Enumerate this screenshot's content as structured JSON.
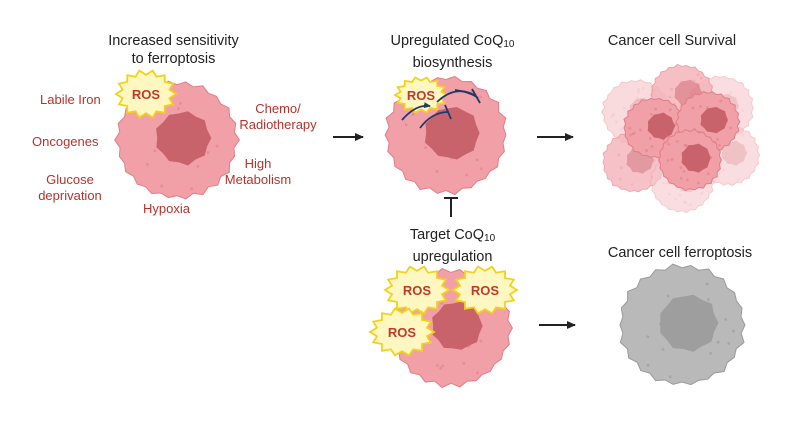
{
  "labels": {
    "increased_line1": "Increased sensitivity",
    "increased_line2": "to ferroptosis",
    "upregulated_pre": "Upregulated CoQ",
    "upregulated_sub": "10",
    "upregulated_line2": "biosynthesis",
    "survival": "Cancer cell Survival",
    "target_pre": "Target CoQ",
    "target_sub": "10",
    "target_line2": "upregulation",
    "ferroptosis": "Cancer cell ferroptosis"
  },
  "factors": {
    "labile_iron": "Labile Iron",
    "oncogenes": "Oncogenes",
    "glucose_line1": "Glucose",
    "glucose_line2": "deprivation",
    "hypoxia": "Hypoxia",
    "chemo_line1": "Chemo/",
    "chemo_line2": "Radiotherapy",
    "high_line1": "High",
    "high_line2": "Metabolism"
  },
  "ros": "ROS",
  "colors": {
    "cell_fill": "#f0a0a6",
    "cell_edge": "#e07e88",
    "nucleus": "#c8636c",
    "dead_cell": "#b9b9b9",
    "dead_nucleus": "#9e9e9e",
    "burst_fill": "#fff7c2",
    "burst_edge": "#f2d21c",
    "factor_text": "#b5332c",
    "arrow": "#222222",
    "inhibit": "#223a6b"
  }
}
